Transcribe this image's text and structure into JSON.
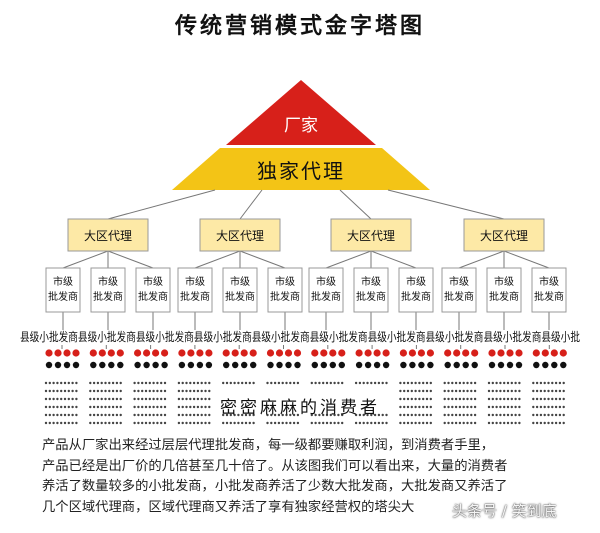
{
  "title": "传统营销模式金字塔图",
  "top": {
    "label": "厂家",
    "color": "#d7201a"
  },
  "second": {
    "label": "独家代理",
    "color": "#f3c416"
  },
  "regional": {
    "label": "大区代理",
    "count": 4,
    "fill": "#fde9a6"
  },
  "city": {
    "label_line1": "市级",
    "label_line2": "批发商",
    "per_region": 3
  },
  "county": {
    "label": "县级小批发商",
    "row_text": "县级小批发商县级小批发商县级小批发商县级小批发商县级小批发商县级小批发商县级小批发商县级小批发商县级小批发商县级小批"
  },
  "consumers_label": "密密麻麻的消费者",
  "body_lines": [
    "产品从厂家出来经过层层代理批发商，每一级都要赚取利润，到消费者手里，",
    "产品已经是出厂价的几倍甚至几十倍了。从该图我们可以看出来，大量的消费者",
    "养活了数量较多的小批发商，小批发商养活了少数大批发商，大批发商又养活了",
    "几个区域代理商，区域代理商又养活了享有独家经营权的塔尖大"
  ],
  "watermark": "头条号 / 笑到底"
}
